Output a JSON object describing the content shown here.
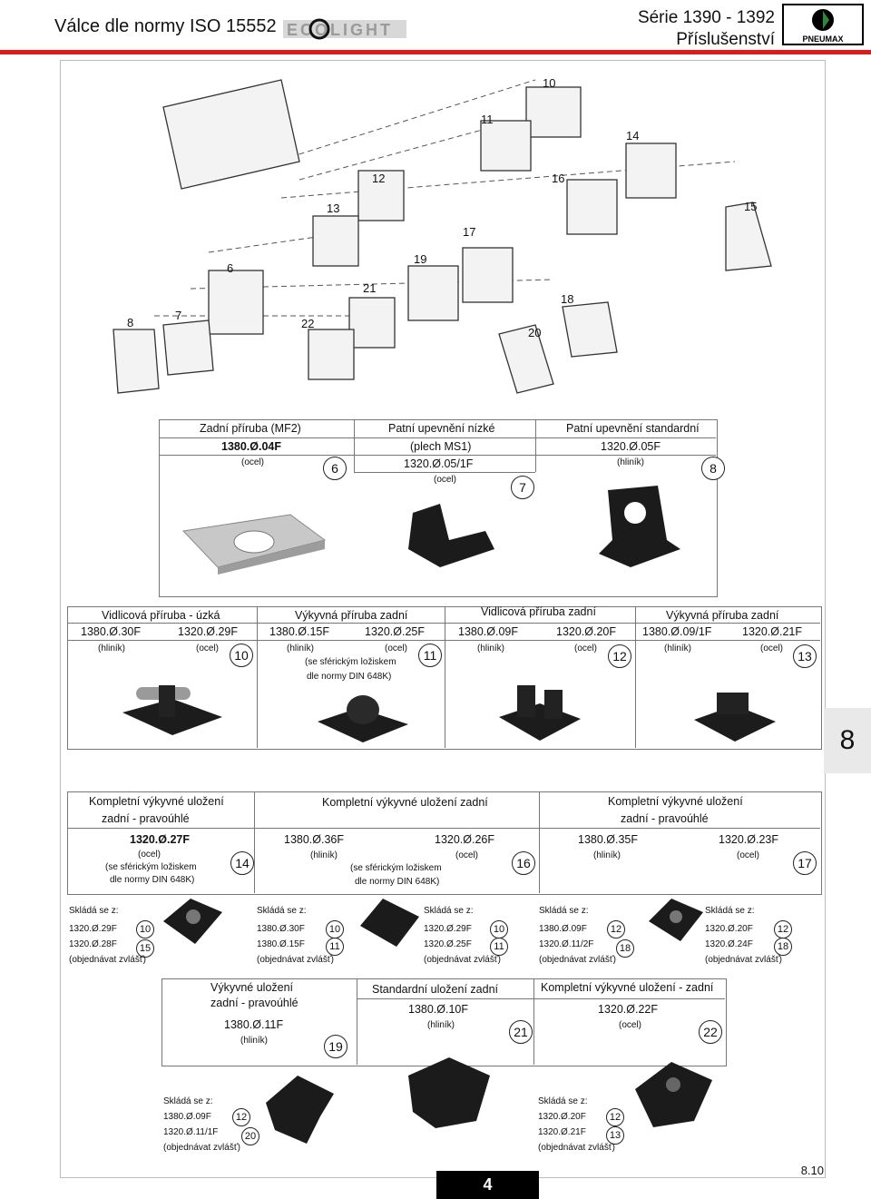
{
  "header": {
    "title": "Válce dle normy ISO 15552",
    "brand": "ECOLIGHT",
    "series": "Série 1390 - 1392",
    "section": "Příslušenství",
    "company": "PNEUMAX"
  },
  "diagram_labels": [
    "10",
    "11",
    "14",
    "12",
    "16",
    "13",
    "15",
    "17",
    "19",
    "6",
    "21",
    "18",
    "8",
    "7",
    "22",
    "20"
  ],
  "row1": [
    {
      "title": "Zadní příruba (MF2)",
      "code": "1380.Ø.04F",
      "material": "(ocel)",
      "num": "6"
    },
    {
      "title": "Patní upevnění nízké",
      "subtitle": "(plech MS1)",
      "code": "1320.Ø.05/1F",
      "material": "(ocel)",
      "num": "7"
    },
    {
      "title": "Patní upevnění standardní",
      "code": "1320.Ø.05F",
      "material": "(hliník)",
      "num": "8"
    }
  ],
  "row2": [
    {
      "title": "Vidlicová příruba - úzká",
      "code1": "1380.Ø.30F",
      "mat1": "(hliník)",
      "code2": "1320.Ø.29F",
      "mat2": "(ocel)",
      "num": "10"
    },
    {
      "title": "Výkyvná příruba zadní",
      "code1": "1380.Ø.15F",
      "mat1": "(hliník)",
      "code2": "1320.Ø.25F",
      "mat2": "(ocel)",
      "note1": "(se sférickým ložiskem",
      "note2": "dle normy DIN 648K)",
      "num": "11"
    },
    {
      "title": "Vidlicová příruba zadní",
      "code1": "1380.Ø.09F",
      "mat1": "(hliník)",
      "code2": "1320.Ø.20F",
      "mat2": "(ocel)",
      "num": "12"
    },
    {
      "title": "Výkyvná příruba zadní",
      "code1": "1380.Ø.09/1F",
      "mat1": "(hliník)",
      "code2": "1320.Ø.21F",
      "mat2": "(ocel)",
      "num": "13"
    }
  ],
  "side_tab": "8",
  "row3": [
    {
      "title1": "Kompletní výkyvné uložení",
      "title2": "zadní - pravoúhlé",
      "code": "1320.Ø.27F",
      "mat": "(ocel)",
      "note1": "(se sférickým ložiskem",
      "note2": "dle normy DIN 648K)",
      "num": "14"
    },
    {
      "title": "Kompletní výkyvné uložení zadní",
      "code1": "1380.Ø.36F",
      "mat1": "(hliník)",
      "code2": "1320.Ø.26F",
      "mat2": "(ocel)",
      "note1": "(se sférickým ložiskem",
      "note2": "dle normy DIN 648K)",
      "num": "16"
    },
    {
      "title1": "Kompletní výkyvné uložení",
      "title2": "zadní - pravoúhlé",
      "code1": "1380.Ø.35F",
      "mat1": "(hliník)",
      "code2": "1320.Ø.23F",
      "mat2": "(ocel)",
      "num": "17"
    }
  ],
  "composed": [
    {
      "head": "Skládá se z:",
      "l1": "1320.Ø.29F",
      "n1": "10",
      "l2": "1320.Ø.28F",
      "n2": "15",
      "l3": "(objednávat zvlášť)"
    },
    {
      "head": "Skládá se z:",
      "l1": "1380.Ø.30F",
      "n1": "10",
      "l2": "1380.Ø.15F",
      "n2": "11",
      "l3": "(objednávat zvlášť)"
    },
    {
      "head": "Skládá se z:",
      "l1": "1320.Ø.29F",
      "n1": "10",
      "l2": "1320.Ø.25F",
      "n2": "11",
      "l3": "(objednávat zvlášť)"
    },
    {
      "head": "Skládá se z:",
      "l1": "1380.Ø.09F",
      "n1": "12",
      "l2": "1320.Ø.11/2F",
      "n2": "18",
      "l3": "(objednávat zvlášť)"
    },
    {
      "head": "Skládá se z:",
      "l1": "1320.Ø.20F",
      "n1": "12",
      "l2": "1320.Ø.24F",
      "n2": "18",
      "l3": "(objednávat zvlášť)"
    }
  ],
  "row4": [
    {
      "title1": "Výkyvné uložení",
      "title2": "zadní - pravoúhlé",
      "code": "1380.Ø.11F",
      "mat": "(hliník)",
      "num": "19"
    },
    {
      "title": "Standardní uložení zadní",
      "code": "1380.Ø.10F",
      "mat": "(hliník)",
      "num": "21"
    },
    {
      "title": "Kompletní výkyvné uložení - zadní",
      "code": "1320.Ø.22F",
      "mat": "(ocel)",
      "num": "22"
    }
  ],
  "composed2": [
    {
      "head": "Skládá se z:",
      "l1": "1380.Ø.09F",
      "n1": "12",
      "l2": "1320.Ø.11/1F",
      "n2": "20",
      "l3": "(objednávat zvlášť)"
    },
    {
      "head": "Skládá se z:",
      "l1": "1320.Ø.20F",
      "n1": "12",
      "l2": "1320.Ø.21F",
      "n2": "13",
      "l3": "(objednávat zvlášť)"
    }
  ],
  "footer": {
    "page": "4",
    "ref": "8.10"
  }
}
